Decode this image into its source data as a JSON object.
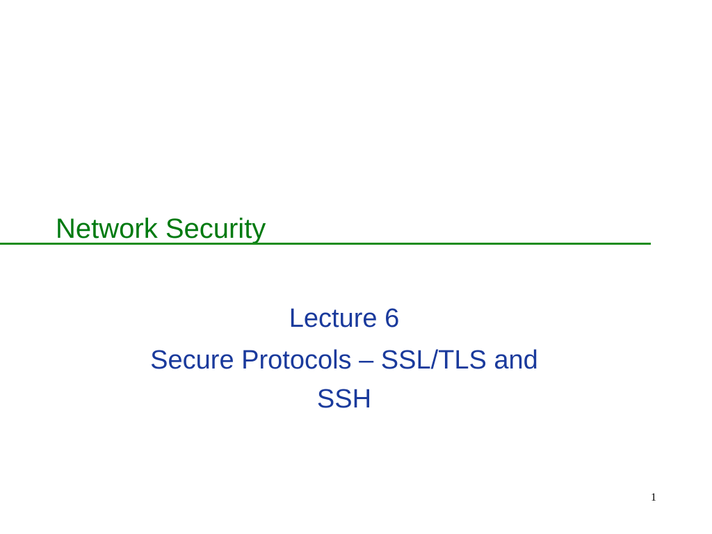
{
  "slide": {
    "title": "Network Security",
    "subtitle_line1": "Lecture 6",
    "subtitle_line2": "Secure Protocols – SSL/TLS and",
    "subtitle_line3": "SSH",
    "page_number": "1"
  },
  "colors": {
    "title": "#007a10",
    "rule": "#1c8c1c",
    "subtitle": "#1a3a9c",
    "background": "#ffffff"
  }
}
